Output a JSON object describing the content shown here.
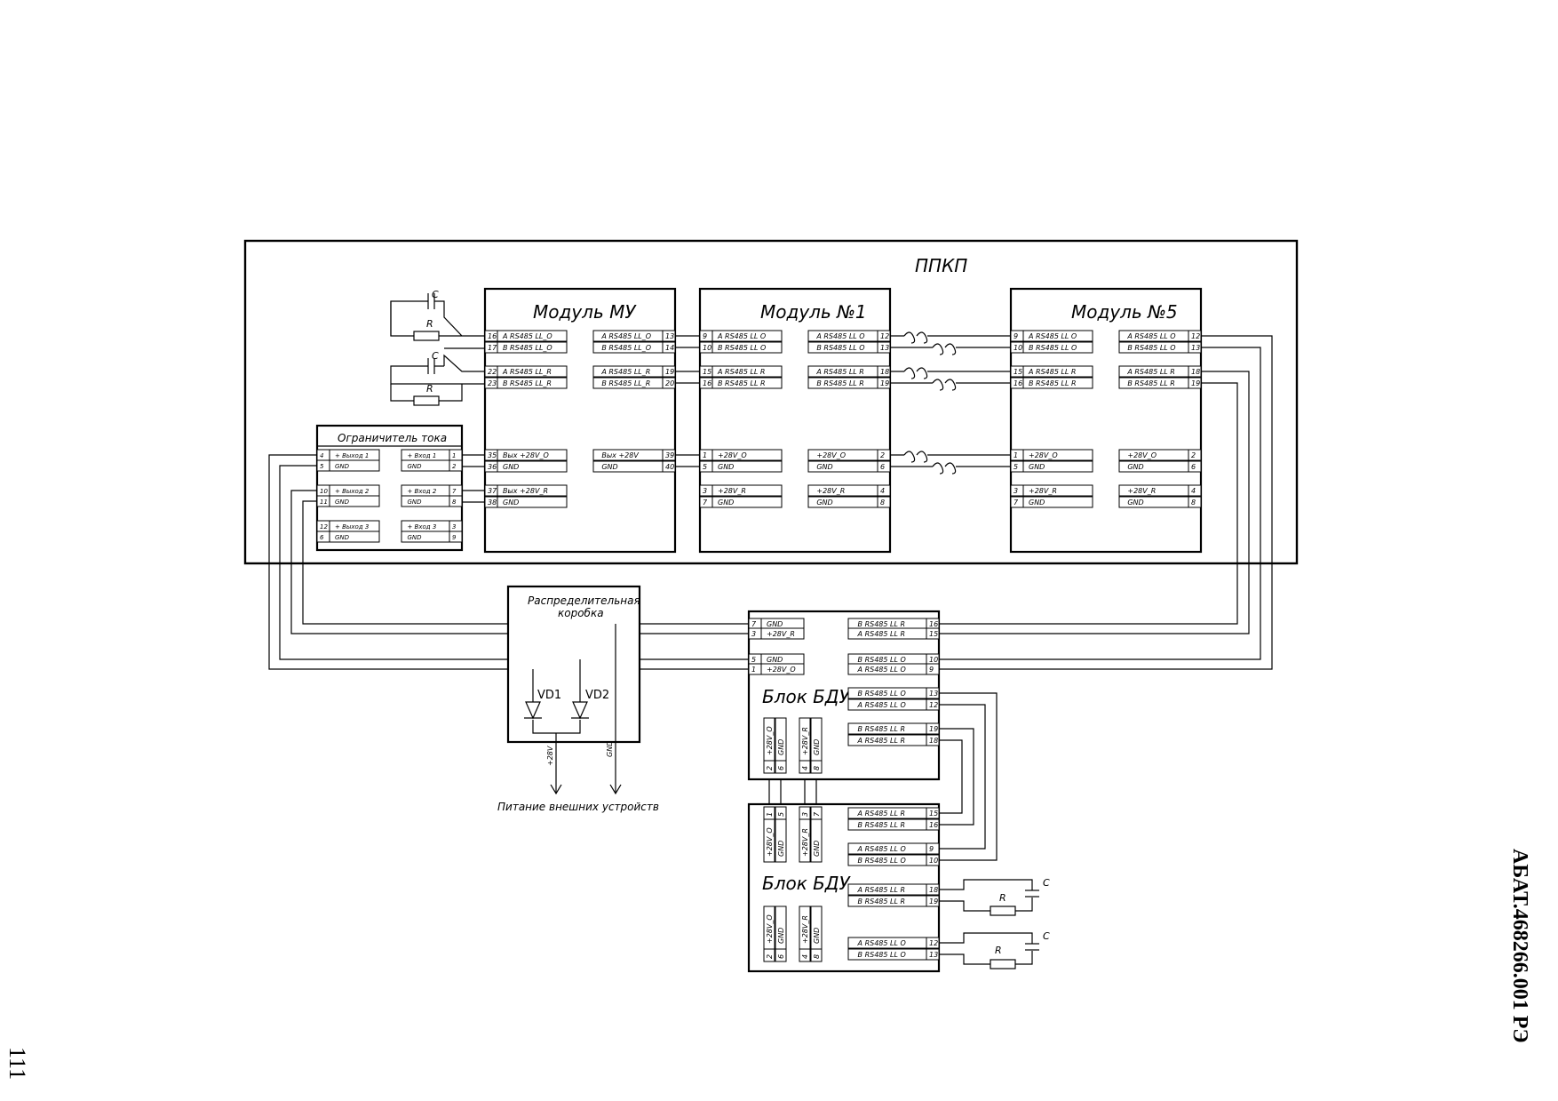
{
  "page_number": "111",
  "doc_code": "АБАТ.468266.001 РЭ",
  "ppkp_title": "ППКП",
  "module_mu": {
    "title": "Модуль МУ",
    "left_pins": [
      {
        "num": "16",
        "label": "A RS485 LL_O"
      },
      {
        "num": "17",
        "label": "B RS485 LL_O"
      },
      {
        "num": "22",
        "label": "A RS485 LL_R"
      },
      {
        "num": "23",
        "label": "B RS485 LL_R"
      },
      {
        "num": "35",
        "label": "Вых +28V_O"
      },
      {
        "num": "36",
        "label": "GND"
      },
      {
        "num": "37",
        "label": "Вых +28V_R"
      },
      {
        "num": "38",
        "label": "GND"
      }
    ],
    "right_pins": [
      {
        "num": "13",
        "label": "A RS485 LL_O"
      },
      {
        "num": "14",
        "label": "B RS485 LL_O"
      },
      {
        "num": "19",
        "label": "A RS485 LL_R"
      },
      {
        "num": "20",
        "label": "B RS485 LL_R"
      },
      {
        "num": "39",
        "label": "Вых +28V"
      },
      {
        "num": "40",
        "label": "GND"
      }
    ]
  },
  "module_1": {
    "title": "Модуль №1",
    "left_pins": [
      {
        "num": "9",
        "label": "A RS485 LL O"
      },
      {
        "num": "10",
        "label": "B RS485 LL O"
      },
      {
        "num": "15",
        "label": "A RS485 LL R"
      },
      {
        "num": "16",
        "label": "B RS485 LL R"
      },
      {
        "num": "1",
        "label": "+28V_O"
      },
      {
        "num": "5",
        "label": "GND"
      },
      {
        "num": "3",
        "label": "+28V_R"
      },
      {
        "num": "7",
        "label": "GND"
      }
    ],
    "right_pins": [
      {
        "num": "12",
        "label": "A RS485 LL O"
      },
      {
        "num": "13",
        "label": "B RS485 LL O"
      },
      {
        "num": "18",
        "label": "A RS485 LL R"
      },
      {
        "num": "19",
        "label": "B RS485 LL R"
      },
      {
        "num": "2",
        "label": "+28V_O"
      },
      {
        "num": "6",
        "label": "GND"
      },
      {
        "num": "4",
        "label": "+28V_R"
      },
      {
        "num": "8",
        "label": "GND"
      }
    ]
  },
  "module_5": {
    "title": "Модуль №5",
    "left_pins": [
      {
        "num": "9",
        "label": "A RS485 LL O"
      },
      {
        "num": "10",
        "label": "B RS485 LL O"
      },
      {
        "num": "15",
        "label": "A RS485 LL R"
      },
      {
        "num": "16",
        "label": "B RS485 LL R"
      },
      {
        "num": "1",
        "label": "+28V_O"
      },
      {
        "num": "5",
        "label": "GND"
      },
      {
        "num": "3",
        "label": "+28V_R"
      },
      {
        "num": "7",
        "label": "GND"
      }
    ],
    "right_pins": [
      {
        "num": "12",
        "label": "A RS485 LL O"
      },
      {
        "num": "13",
        "label": "B RS485 LL O"
      },
      {
        "num": "18",
        "label": "A RS485 LL R"
      },
      {
        "num": "19",
        "label": "B RS485 LL R"
      },
      {
        "num": "2",
        "label": "+28V_O"
      },
      {
        "num": "6",
        "label": "GND"
      },
      {
        "num": "4",
        "label": "+28V_R"
      },
      {
        "num": "8",
        "label": "GND"
      }
    ]
  },
  "limiter": {
    "title": "Ограничитель тока",
    "left_pins": [
      {
        "num": "4",
        "label": "+ Выход 1"
      },
      {
        "num": "5",
        "label": "GND"
      },
      {
        "num": "10",
        "label": "+ Выход 2"
      },
      {
        "num": "11",
        "label": "GND"
      },
      {
        "num": "12",
        "label": "+ Выход 3"
      },
      {
        "num": "6",
        "label": "GND"
      }
    ],
    "right_pins": [
      {
        "num": "1",
        "label": "+ Вход 1"
      },
      {
        "num": "2",
        "label": "GND"
      },
      {
        "num": "7",
        "label": "+ Вход 2"
      },
      {
        "num": "8",
        "label": "GND"
      },
      {
        "num": "3",
        "label": "+ Вход 3"
      },
      {
        "num": "9",
        "label": "GND"
      }
    ]
  },
  "rc_labels": {
    "c": "C",
    "r": "R"
  },
  "junction_box": {
    "title": "Распределительная коробка",
    "vd1": "VD1",
    "vd2": "VD2",
    "out_plus": "+28V",
    "out_gnd": "GND",
    "caption": "Питание внешних устройств"
  },
  "bdu_top": {
    "title": "Блок БДУ",
    "left_pins": [
      {
        "num": "7",
        "label": "GND"
      },
      {
        "num": "3",
        "label": "+28V_R"
      },
      {
        "num": "5",
        "label": "GND"
      },
      {
        "num": "1",
        "label": "+28V_O"
      }
    ],
    "right_pins": [
      {
        "num": "16",
        "label": "B RS485 LL R"
      },
      {
        "num": "15",
        "label": "A RS485 LL R"
      },
      {
        "num": "10",
        "label": "B RS485 LL O"
      },
      {
        "num": "9",
        "label": "A RS485 LL O"
      },
      {
        "num": "13",
        "label": "B RS485 LL O"
      },
      {
        "num": "12",
        "label": "A RS485 LL O"
      },
      {
        "num": "19",
        "label": "B RS485 LL R"
      },
      {
        "num": "18",
        "label": "A RS485 LL R"
      }
    ],
    "bottom_pins": [
      {
        "num": "2",
        "label": "+28V_O"
      },
      {
        "num": "6",
        "label": "GND"
      },
      {
        "num": "4",
        "label": "+28V_R"
      },
      {
        "num": "8",
        "label": "GND"
      }
    ]
  },
  "bdu_bottom": {
    "title": "Блок БДУ",
    "top_pins": [
      {
        "num": "1",
        "label": "+28V_O"
      },
      {
        "num": "5",
        "label": "GND"
      },
      {
        "num": "3",
        "label": "+28V_R"
      },
      {
        "num": "7",
        "label": "GND"
      }
    ],
    "right_pins": [
      {
        "num": "15",
        "label": "A RS485 LL R"
      },
      {
        "num": "16",
        "label": "B RS485 LL R"
      },
      {
        "num": "9",
        "label": "A RS485 LL O"
      },
      {
        "num": "10",
        "label": "B RS485 LL O"
      },
      {
        "num": "18",
        "label": "A RS485 LL R"
      },
      {
        "num": "19",
        "label": "B RS485 LL R"
      },
      {
        "num": "12",
        "label": "A RS485 LL O"
      },
      {
        "num": "13",
        "label": "B RS485 LL O"
      }
    ],
    "bottom_pins": [
      {
        "num": "2",
        "label": "+28V_O"
      },
      {
        "num": "6",
        "label": "GND"
      },
      {
        "num": "4",
        "label": "+28V_R"
      },
      {
        "num": "8",
        "label": "GND"
      }
    ]
  }
}
